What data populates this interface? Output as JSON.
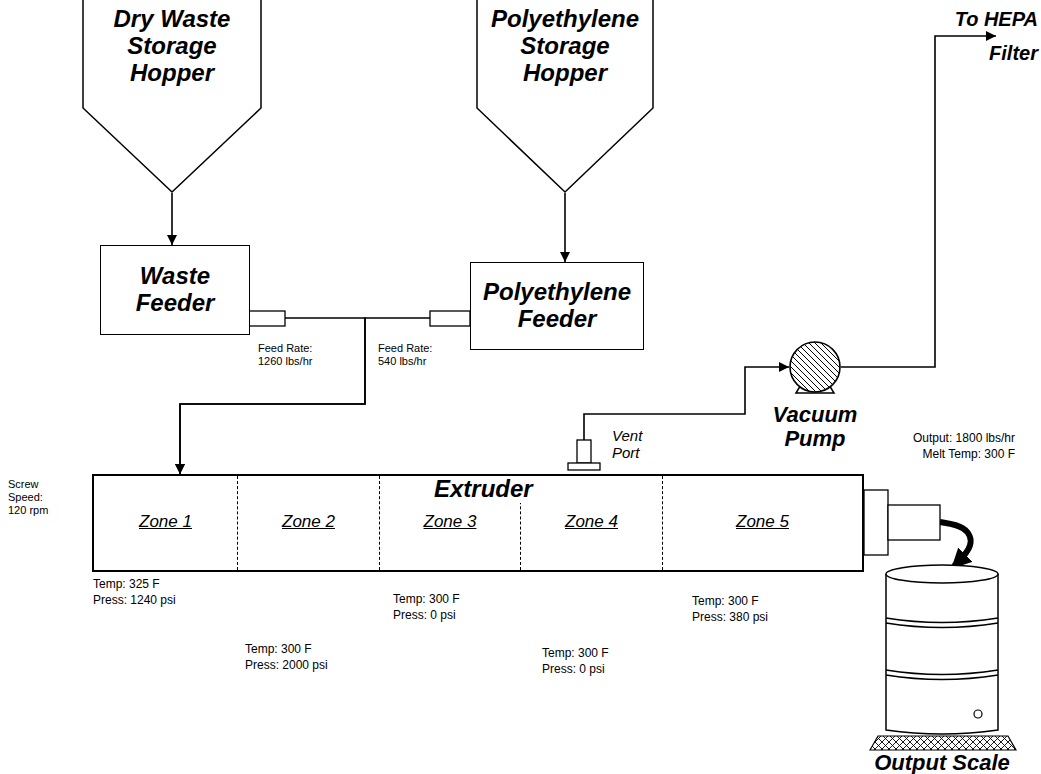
{
  "diagram": {
    "nodes": [
      {
        "text": [
          "Dry Waste Storage Hopper"
        ]
      },
      {
        "text": [
          "Polyethylene Storage Hopper"
        ]
      },
      {
        "text": [
          "Waste Feeder"
        ]
      },
      {
        "text": [
          "Polyethylene Feeder"
        ]
      },
      {
        "text": [
          "Vacuum Pump"
        ]
      },
      {
        "text": [
          "Vent Port"
        ]
      },
      {
        "text": [
          "Extruder"
        ]
      },
      {
        "text": [
          "Zone 1"
        ],
        "in": 6
      },
      {
        "text": [
          "Zone 2"
        ],
        "in": 6
      },
      {
        "text": [
          "Zone 3"
        ],
        "in": 6
      },
      {
        "text": [
          "Zone 4"
        ],
        "in": 6
      },
      {
        "text": [
          "Zone 5"
        ],
        "in": 6
      },
      {
        "text": [
          "Output Scale"
        ]
      }
    ],
    "edges": [
      {
        "from": 0,
        "to": 2,
        "arrow": "to"
      },
      {
        "from": 1,
        "to": 3,
        "arrow": "to"
      },
      {
        "from": 2,
        "to": 7,
        "arrow": "to"
      },
      {
        "from": 3,
        "to": 7,
        "arrow": "to"
      },
      {
        "from": 5,
        "to": 4,
        "arrow": "to"
      },
      {
        "from": 6,
        "to": 12,
        "arrow": "to"
      }
    ],
    "labels": [
      "Feed Rate: 1260 lbs/hr",
      "Feed Rate: 540 lbs/hr",
      "Screw Speed: 120 rpm",
      "Output: 1800 lbs/hr",
      "Melt Temp: 300 F",
      "Temp: 325 F",
      "Press: 1240 psi",
      "Temp: 300 F",
      "Press: 2000 psi",
      "Temp: 300 F",
      "Press: 0 psi",
      "Temp: 300 F",
      "Press: 0 psi",
      "Temp: 300 F",
      "Press: 380 psi",
      "To HEPA Filter"
    ]
  }
}
